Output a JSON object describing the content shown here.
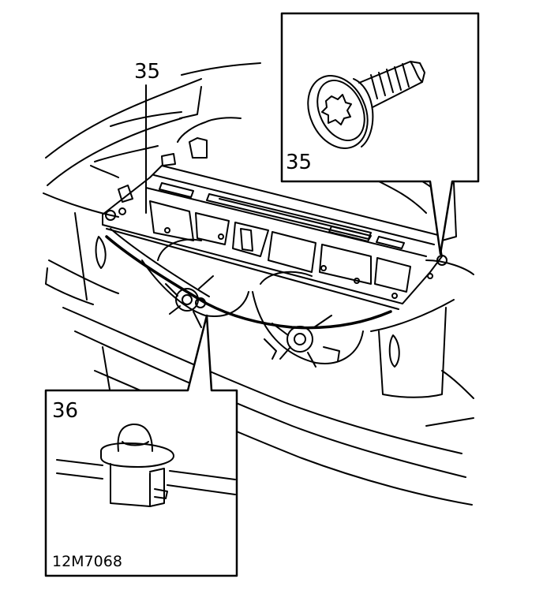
{
  "labels": {
    "main_part": "35",
    "bolt_inset": "35",
    "clip_inset": "36",
    "figure_code": "12M7068"
  },
  "colors": {
    "ink": "#000000",
    "paper": "#ffffff"
  }
}
